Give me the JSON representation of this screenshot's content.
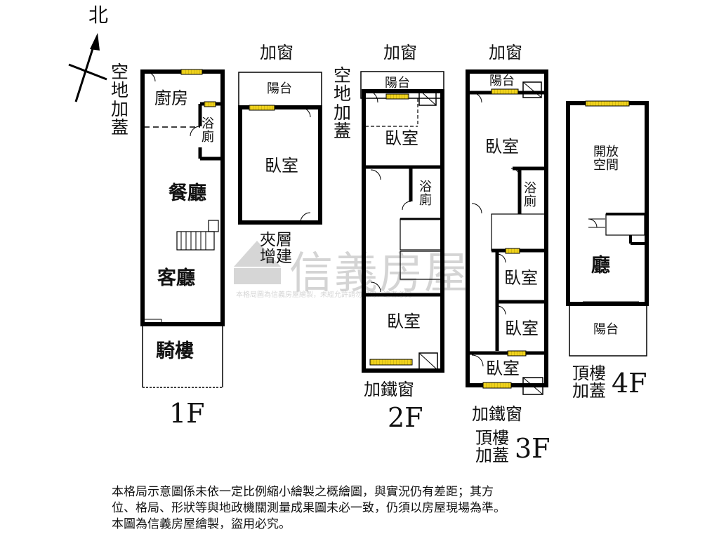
{
  "compass": {
    "north": "北"
  },
  "floor_1": {
    "label": "1F",
    "side_note": [
      "空",
      "地",
      "加",
      "蓋"
    ],
    "rooms": {
      "kitchen": "廚房",
      "bath": [
        "浴",
        "廁"
      ],
      "dining": "餐廳",
      "living": "客廳",
      "arcade": "騎樓"
    }
  },
  "mezzanine": {
    "window_add": "加窗",
    "balcony": "陽台",
    "bedroom": "臥室",
    "addition": [
      "夾層",
      "增建"
    ]
  },
  "floor_2": {
    "label": "2F",
    "window_add": "加窗",
    "side_note": [
      "空",
      "地",
      "加",
      "蓋"
    ],
    "rooms": {
      "balcony": "陽台",
      "bedroom_front": "臥室",
      "bath": [
        "浴",
        "廁"
      ],
      "bedroom_back": "臥室"
    },
    "iron_window": "加鐵窗"
  },
  "floor_3": {
    "label": "3F",
    "window_add": "加窗",
    "rooms": {
      "balcony": "陽台",
      "bedroom_main": "臥室",
      "bath": [
        "浴",
        "廁"
      ],
      "bedroom_a": "臥室",
      "bedroom_b": "臥室",
      "bedroom_c": "臥室"
    },
    "iron_window": "加鐵窗",
    "roof_add": [
      "頂樓",
      "加蓋"
    ]
  },
  "floor_4": {
    "label": "4F",
    "rooms": {
      "open_space": [
        "開放",
        "空間"
      ],
      "hall": "廳",
      "balcony": "陽台"
    },
    "roof_add": [
      "頂樓",
      "加蓋"
    ]
  },
  "watermark": {
    "brand": "信義房屋",
    "notice": "本格局圖為信義房屋繪製，未經允許請勿盜用，違者必究"
  },
  "disclaimer": [
    "本格局示意圖係未依一定比例縮小繪製之概繪圖，與實況仍有差距；其方",
    "位、格局、形狀等與地政機關測量成果圖未必一致，仍須以房屋現場為準。",
    "本圖為信義房屋繪製，盜用必究。"
  ]
}
